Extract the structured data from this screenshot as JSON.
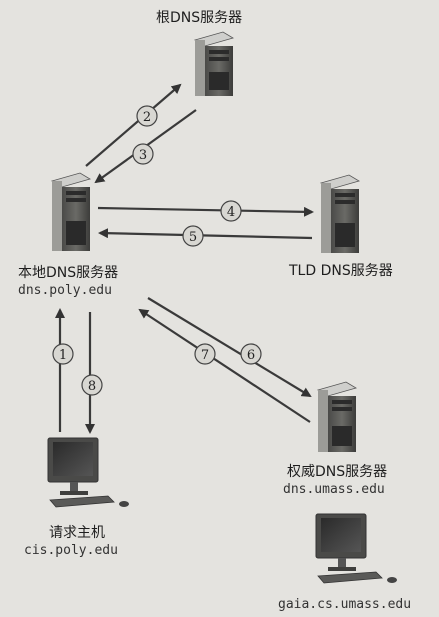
{
  "nodes": {
    "root_server": {
      "label": "根DNS服务器"
    },
    "local_server": {
      "label": "本地DNS服务器",
      "host": "dns.poly.edu"
    },
    "tld_server": {
      "label": "TLD DNS服务器"
    },
    "auth_server": {
      "label": "权威DNS服务器",
      "host": "dns.umass.edu"
    },
    "requesting_host": {
      "label": "请求主机",
      "host": "cis.poly.edu"
    },
    "target_host": {
      "host": "gaia.cs.umass.edu"
    }
  },
  "steps": [
    "1",
    "2",
    "3",
    "4",
    "5",
    "6",
    "7",
    "8"
  ],
  "colors": {
    "background": "#e4e3df",
    "arrow": "#3a3a3a",
    "arrow_faint": "#9a9a96",
    "badge_fill": "#d8d7d2"
  }
}
